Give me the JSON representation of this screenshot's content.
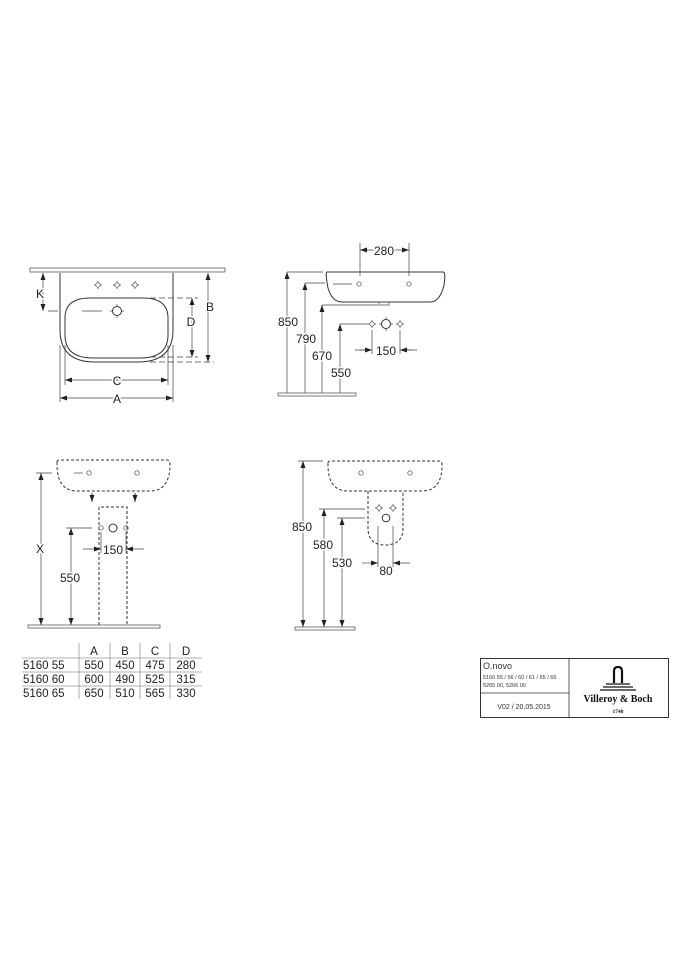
{
  "views": {
    "top": {
      "k": "K",
      "b": "B",
      "d": "D",
      "c": "C",
      "a": "A"
    },
    "side": {
      "width": "280",
      "h1": "850",
      "h2": "790",
      "h3": "670",
      "h4": "550",
      "valve_spacing": "150"
    },
    "pedestal": {
      "x": "X",
      "h": "550",
      "valve_spacing": "150"
    },
    "semi_pedestal": {
      "h1": "850",
      "h2": "580",
      "h3": "530",
      "spacing": "80"
    }
  },
  "table": {
    "headers": [
      "A",
      "B",
      "C",
      "D"
    ],
    "rows": [
      {
        "code": "5160 55",
        "values": [
          "550",
          "450",
          "475",
          "280"
        ]
      },
      {
        "code": "5160 60",
        "values": [
          "600",
          "490",
          "525",
          "315"
        ]
      },
      {
        "code": "5160 65",
        "values": [
          "650",
          "510",
          "565",
          "330"
        ]
      }
    ]
  },
  "title_block": {
    "product": "O.novo",
    "codes_line1": "5160 55 / 56 / 60 / 61 / 65 / 66",
    "codes_line2": "5265 00, 5266 00",
    "version": "V02 / 20.05.2015",
    "brand": "Villeroy & Boch",
    "brand_year": "1748"
  }
}
